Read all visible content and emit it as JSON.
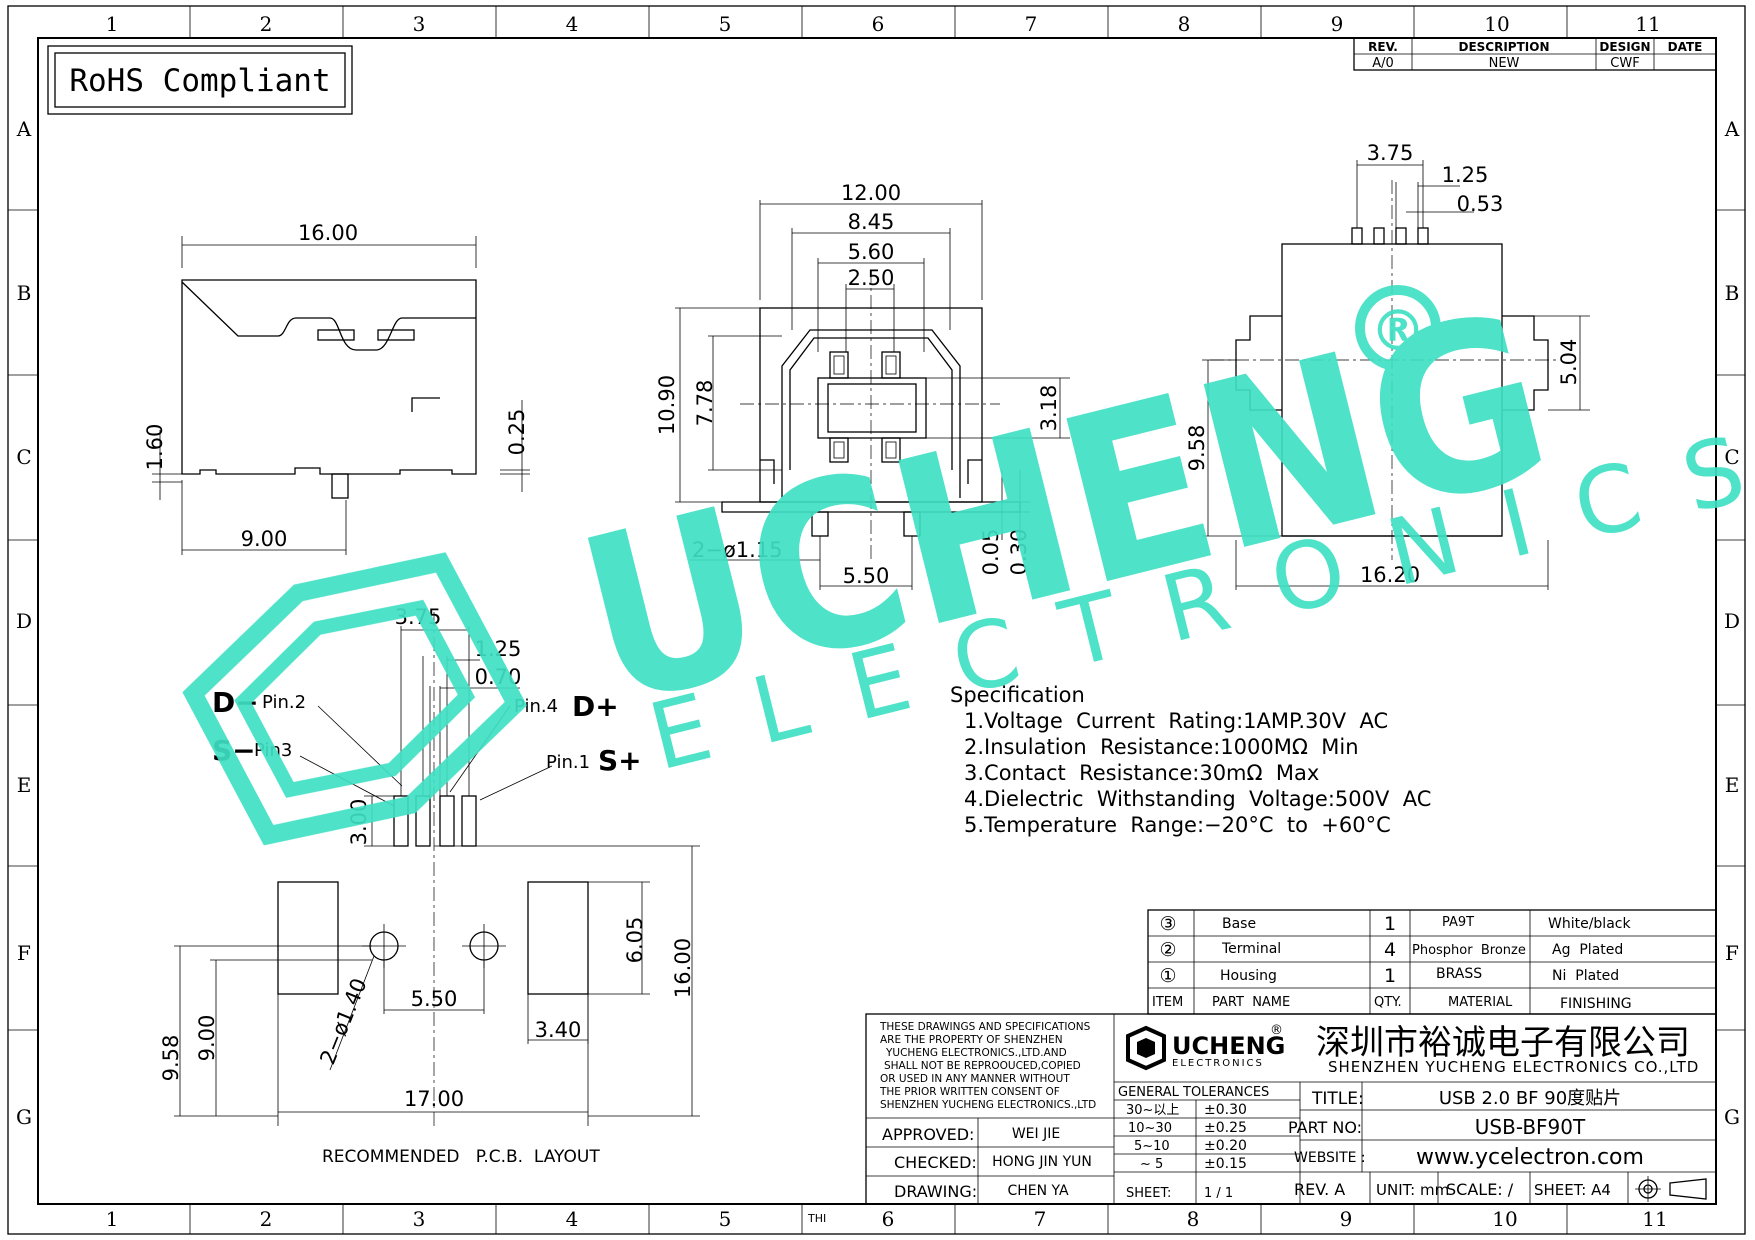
{
  "border": {
    "columns": [
      "1",
      "2",
      "3",
      "4",
      "5",
      "6",
      "7",
      "8",
      "9",
      "10",
      "11"
    ],
    "rows": [
      "A",
      "B",
      "C",
      "D",
      "E",
      "F",
      "G"
    ]
  },
  "rohs": "RoHS Compliant",
  "revision_block": {
    "headers": [
      "REV.",
      "DESCRIPTION",
      "DESIGN",
      "DATE"
    ],
    "row": [
      "A/0",
      "NEW",
      "CWF",
      ""
    ]
  },
  "watermark": {
    "brand": "UCHENG",
    "sub": "ELECTRONICS",
    "reg": "®"
  },
  "side_view": {
    "dims": [
      "16.00",
      "1.60",
      "0.25",
      "9.00"
    ]
  },
  "front_view": {
    "dims": [
      "12.00",
      "8.45",
      "5.60",
      "2.50",
      "10.90",
      "7.78",
      "3.18",
      "2−ø1.15",
      "5.50",
      "0.05",
      "0.30"
    ]
  },
  "right_view": {
    "dims": [
      "3.75",
      "1.25",
      "0.53",
      "5.04",
      "9.58",
      "16.20"
    ]
  },
  "pin_view": {
    "dims": [
      "3.75",
      "1.25",
      "0.70",
      "3.00"
    ],
    "signals": {
      "dminus": "D−",
      "splus_left": "S−",
      "dplus": "D+",
      "splus": "S+"
    },
    "pins": {
      "pin2": "Pin.2",
      "pin3": "Pin3",
      "pin4": "Pin.4",
      "pin1": "Pin.1"
    }
  },
  "pcb_layout": {
    "dims": [
      "6.05",
      "16.00",
      "5.50",
      "3.40",
      "9.58",
      "9.00",
      "2−ø1.40",
      "17.00"
    ],
    "caption": "RECOMMENDED   P.C.B.  LAYOUT"
  },
  "specification": {
    "title": "Specification",
    "items": [
      "1.Voltage  Current  Rating:1AMP.30V  AC",
      "2.Insulation  Resistance:1000MΩ  Min",
      "3.Contact  Resistance:30mΩ  Max",
      "4.Dielectric  Withstanding  Voltage:500V  AC",
      "5.Temperature  Range:−20°C  to  +60°C"
    ]
  },
  "bom": {
    "rows": [
      {
        "item": "③",
        "name": "Base",
        "qty": "1",
        "material": "PA9T",
        "finish": "White/black"
      },
      {
        "item": "②",
        "name": "Terminal",
        "qty": "4",
        "material": "Phosphor  Bronze",
        "finish": "Ag  Plated"
      },
      {
        "item": "①",
        "name": "Housing",
        "qty": "1",
        "material": "BRASS",
        "finish": "Ni  Plated"
      }
    ],
    "header": {
      "item": "ITEM",
      "name": "PART  NAME",
      "qty": "QTY.",
      "material": "MATERIAL",
      "finish": "FINISHING"
    }
  },
  "title_block": {
    "notice": [
      "THESE DRAWINGS AND SPECIFICATIONS",
      "ARE THE PROPERTY OF SHENZHEN",
      "YUCHENG ELECTRONICS.,LTD.AND",
      "SHALL NOT BE REPROOUCED,COPIED",
      "OR USED IN ANY MANNER WITHOUT",
      "THE PRIOR WRITTEN CONSENT OF",
      "SHENZHEN YUCHENG ELECTRONICS.,LTD"
    ],
    "logo_brand": "UCHENG",
    "logo_sub": "ELECTRONICS",
    "company_cn": "深圳市裕诚电子有限公司",
    "company_en": "SHENZHEN YUCHENG ELECTRONICS CO.,LTD",
    "tolerances_title": "GENERAL TOLERANCES",
    "tolerances": [
      {
        "range": "30~以上",
        "tol": "±0.30"
      },
      {
        "range": "10~30",
        "tol": "±0.25"
      },
      {
        "range": "5~10",
        "tol": "±0.20"
      },
      {
        "range": "~ 5",
        "tol": "±0.15"
      }
    ],
    "approved_label": "APPROVED:",
    "approved": "WEI JIE",
    "checked_label": "CHECKED:",
    "checked": "HONG JIN YUN",
    "drawing_label": "DRAWING:",
    "drawing": "CHEN YA",
    "sheet_label": "SHEET:",
    "sheet": "1 / 1",
    "title_label": "TITLE:",
    "title": "USB 2.0 BF 90度贴片",
    "part_label": "PART NO:",
    "part": "USB-BF90T",
    "website_label": "WEBSITE :",
    "website": "www.ycelectron.com",
    "rev": "REV. A",
    "unit": "UNIT: mm",
    "scale": "SCALE: /",
    "sheet_size": "SHEET: A4",
    "thi": "THI"
  }
}
